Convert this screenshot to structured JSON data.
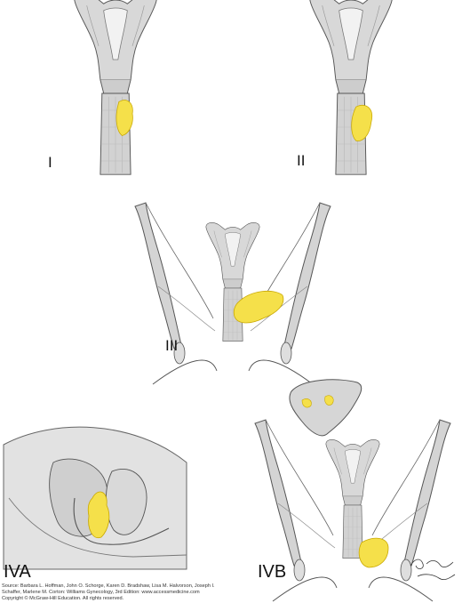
{
  "stage_labels": {
    "stage_i": "I",
    "stage_ii": "II",
    "stage_iii": "III",
    "stage_iva": "IVA",
    "stage_ivb": "IVB"
  },
  "credit": {
    "source_line_1": "Source: Barbara L. Hoffman, John O. Schorge, Karen D. Bradshaw, Lisa M. Halvorson, Joseph I.",
    "source_line_2": "Schaffer, Marlene M. Corton: Williams Gynecology, 3rd Edition: www.accessmedicine.com",
    "copyright": "Copyright © McGraw-Hill Education. All rights reserved."
  },
  "colors": {
    "tumor": "#f5e04a",
    "tumor_outline": "#c9a800",
    "tissue": "#d6d6d6",
    "tissue_dark": "#a9a9a9",
    "outline": "#555555"
  }
}
